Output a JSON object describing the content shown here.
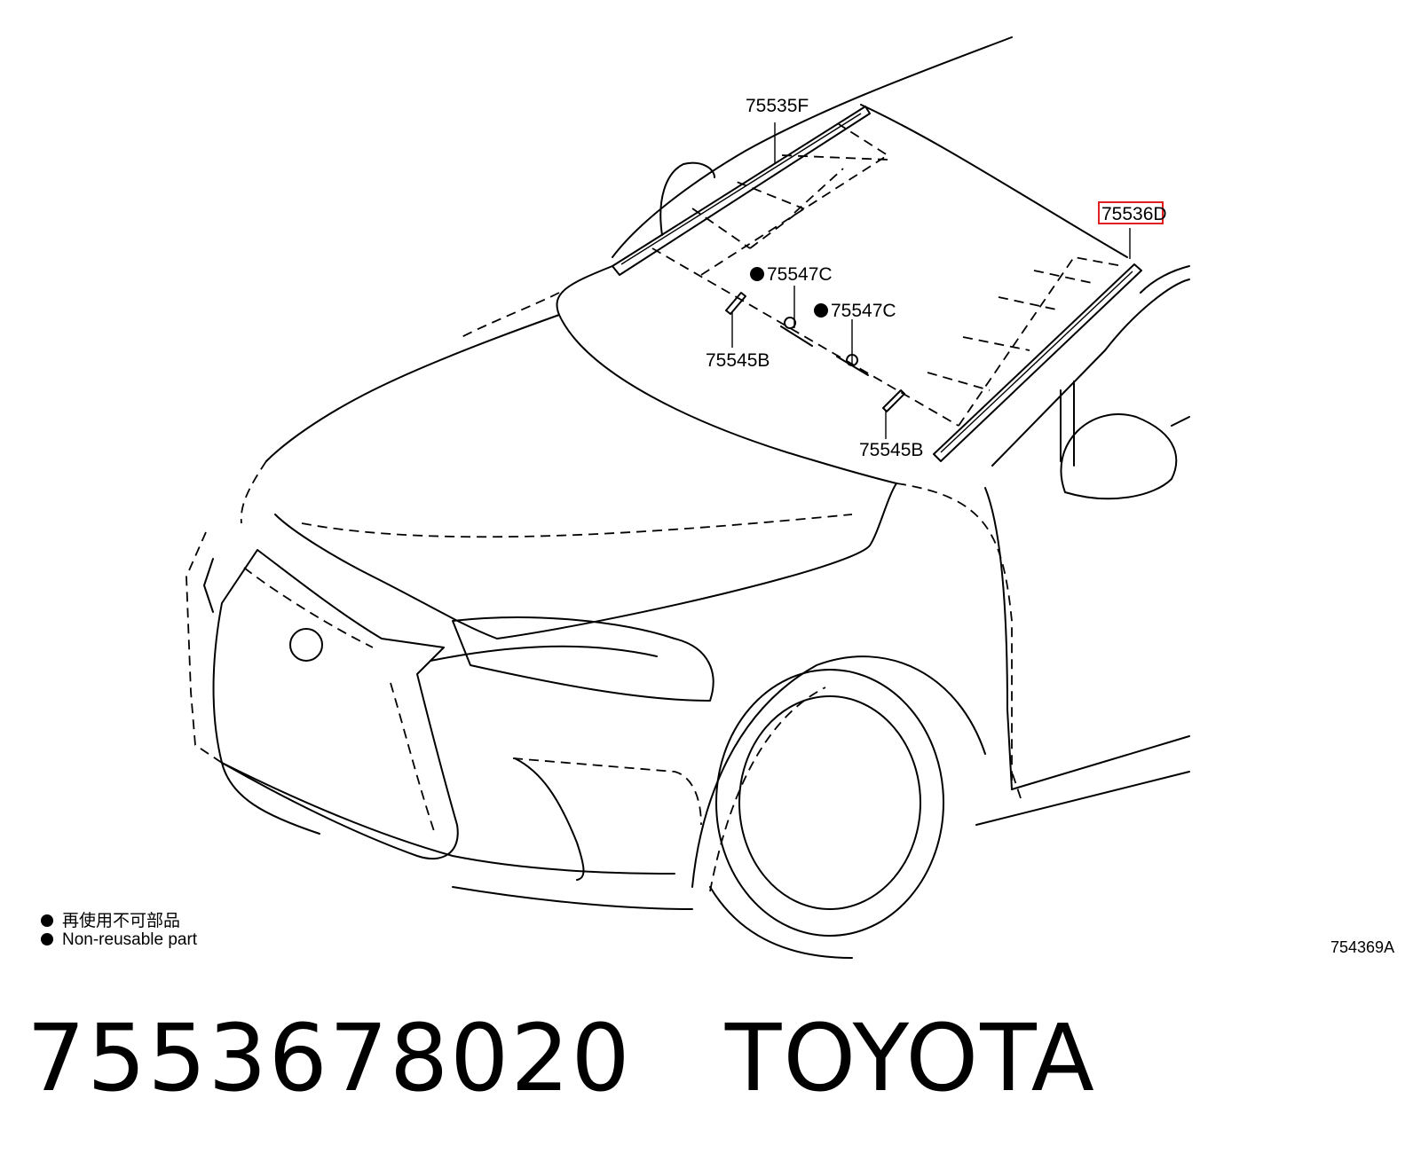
{
  "callouts": {
    "c1": "75535F",
    "c2": "75536D",
    "c3": "75547C",
    "c4": "75547C",
    "c5": "75545B",
    "c6": "75545B"
  },
  "highlight_color": "#e21e1e",
  "legend": {
    "line1": "再使用不可部品",
    "line2": "Non-reusable part",
    "marker_icon": "filled-circle"
  },
  "drawing_code": "754369A",
  "caption": {
    "part_number": "7553678020",
    "brand": "TOYOTA"
  }
}
